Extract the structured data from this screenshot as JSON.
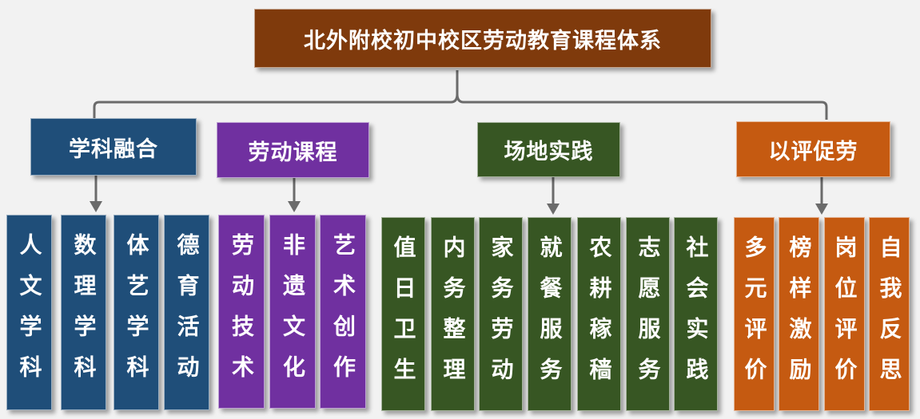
{
  "title": "北外附校初中校区劳动教育课程体系",
  "colors": {
    "title": "#7f3a0c",
    "connector": "#6b6b6b"
  },
  "categories": [
    {
      "label": "学科融合",
      "color": "#1f4e79",
      "items": [
        "人文学科",
        "数理学科",
        "体艺学科",
        "德育活动"
      ]
    },
    {
      "label": "劳动课程",
      "color": "#7030a0",
      "items": [
        "劳动技术",
        "非遗文化",
        "艺术创作"
      ]
    },
    {
      "label": "场地实践",
      "color": "#375623",
      "items": [
        "值日卫生",
        "内务整理",
        "家务劳动",
        "就餐服务",
        "农耕稼穑",
        "志愿服务",
        "社会实践"
      ]
    },
    {
      "label": "以评促劳",
      "color": "#c55a11",
      "items": [
        "多元评价",
        "榜样激励",
        "岗位评价",
        "自我反思"
      ]
    }
  ]
}
